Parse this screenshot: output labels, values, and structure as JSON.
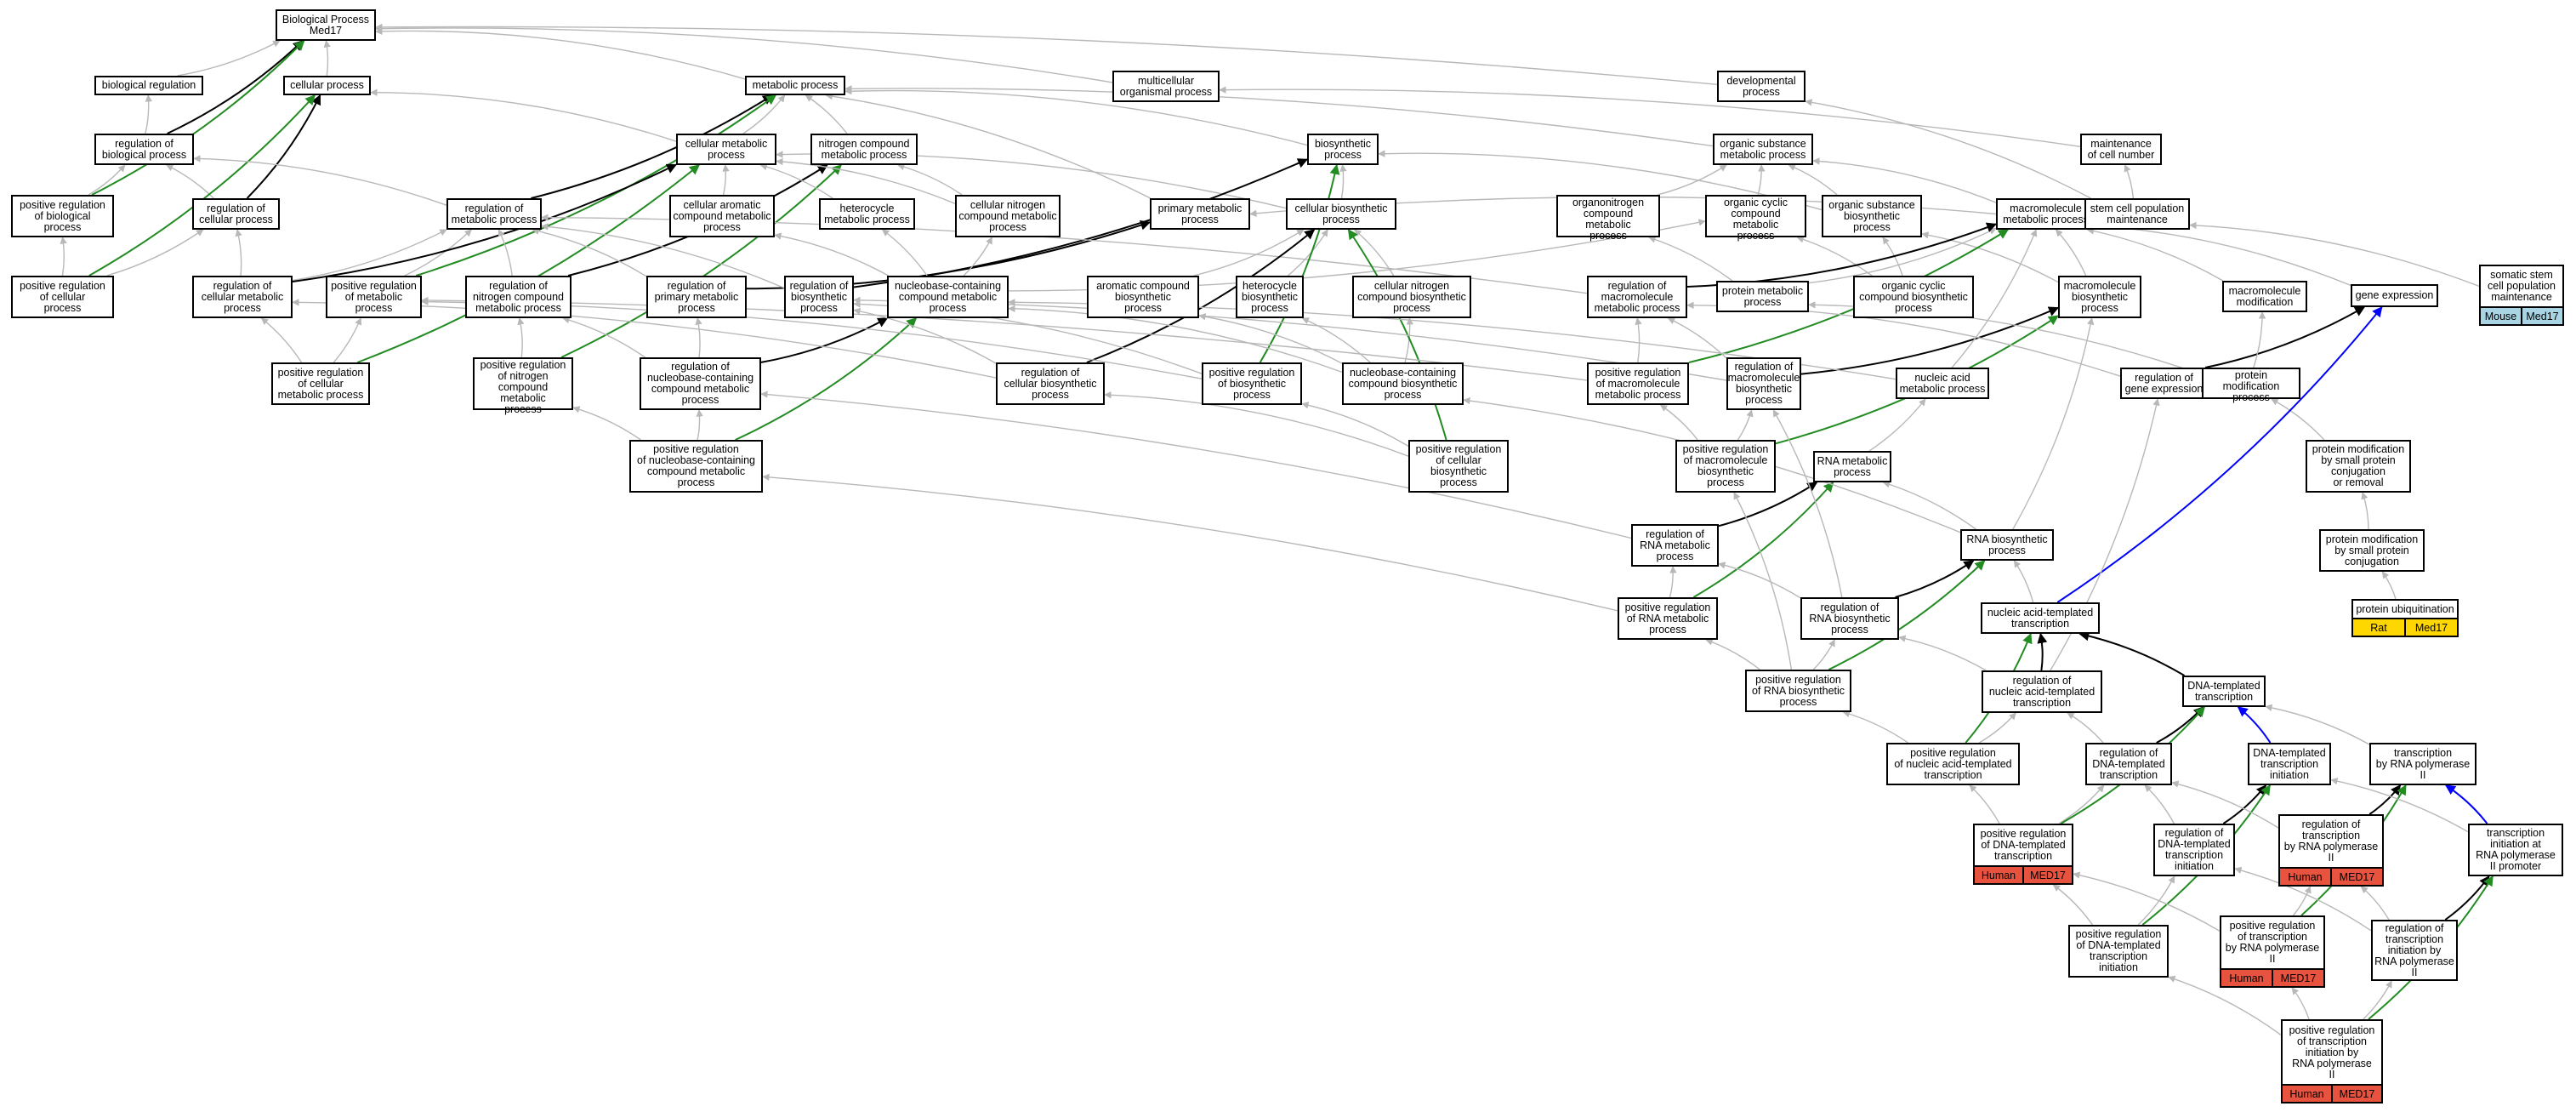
{
  "colors": {
    "default_edge": "#b8b8b8",
    "black_edge": "#000000",
    "green_edge": "#228b22",
    "blue_edge": "#0000ff",
    "human": "#e8533f",
    "rat": "#ffd700",
    "mouse": "#a9d4e3"
  },
  "nodes": [
    {
      "id": "root",
      "label": "Biological Process\nMed17"
    },
    {
      "id": "bioreg",
      "label": "biological regulation"
    },
    {
      "id": "cellproc",
      "label": "cellular process"
    },
    {
      "id": "metab",
      "label": "metabolic process"
    },
    {
      "id": "multi",
      "label": "multicellular\norganismal process"
    },
    {
      "id": "devel",
      "label": "developmental\nprocess"
    },
    {
      "id": "regbio",
      "label": "regulation of\nbiological process"
    },
    {
      "id": "cellmet",
      "label": "cellular metabolic\nprocess"
    },
    {
      "id": "ncm",
      "label": "nitrogen compound\nmetabolic process"
    },
    {
      "id": "biosyn",
      "label": "biosynthetic\nprocess"
    },
    {
      "id": "osm",
      "label": "organic substance\nmetabolic process"
    },
    {
      "id": "maint",
      "label": "maintenance\nof cell number"
    },
    {
      "id": "posregbio",
      "label": "positive regulation\nof biological\nprocess"
    },
    {
      "id": "regcell",
      "label": "regulation of\ncellular process"
    },
    {
      "id": "regmet",
      "label": "regulation of\nmetabolic process"
    },
    {
      "id": "cacm",
      "label": "cellular aromatic\ncompound metabolic\nprocess"
    },
    {
      "id": "hetmet",
      "label": "heterocycle\nmetabolic process"
    },
    {
      "id": "cncm",
      "label": "cellular nitrogen\ncompound metabolic\nprocess"
    },
    {
      "id": "primmet",
      "label": "primary metabolic\nprocess"
    },
    {
      "id": "cellbio",
      "label": "cellular biosynthetic\nprocess"
    },
    {
      "id": "onm",
      "label": "organonitrogen\ncompound metabolic\nprocess"
    },
    {
      "id": "occm",
      "label": "organic cyclic\ncompound metabolic\nprocess"
    },
    {
      "id": "osb",
      "label": "organic substance\nbiosynthetic\nprocess"
    },
    {
      "id": "mmp",
      "label": "macromolecule\nmetabolic process"
    },
    {
      "id": "scpm",
      "label": "stem cell population\nmaintenance"
    },
    {
      "id": "scm",
      "label": "somatic stem\ncell population\nmaintenance",
      "anno": [
        "Mouse",
        "Med17"
      ],
      "org": "mouse"
    },
    {
      "id": "posregcell",
      "label": "positive regulation\nof cellular\nprocess"
    },
    {
      "id": "regcellmet",
      "label": "regulation of\ncellular metabolic\nprocess"
    },
    {
      "id": "posregmet",
      "label": "positive regulation\nof metabolic\nprocess"
    },
    {
      "id": "regncm",
      "label": "regulation of\nnitrogen compound\nmetabolic process"
    },
    {
      "id": "regprim",
      "label": "regulation of\nprimary metabolic\nprocess"
    },
    {
      "id": "regbiosyn",
      "label": "regulation of\nbiosynthetic\nprocess"
    },
    {
      "id": "ncbcm",
      "label": "nucleobase-containing\ncompound metabolic\nprocess"
    },
    {
      "id": "acb",
      "label": "aromatic compound\nbiosynthetic\nprocess"
    },
    {
      "id": "hetbio",
      "label": "heterocycle\nbiosynthetic\nprocess"
    },
    {
      "id": "cncb",
      "label": "cellular nitrogen\ncompound biosynthetic\nprocess"
    },
    {
      "id": "regmacmet",
      "label": "regulation of\nmacromolecule\nmetabolic process"
    },
    {
      "id": "protmet",
      "label": "protein metabolic\nprocess"
    },
    {
      "id": "occb",
      "label": "organic cyclic\ncompound biosynthetic\nprocess"
    },
    {
      "id": "macbio",
      "label": "macromolecule\nbiosynthetic\nprocess"
    },
    {
      "id": "macmod",
      "label": "macromolecule\nmodification"
    },
    {
      "id": "geneexp",
      "label": "gene expression"
    },
    {
      "id": "posregcellmet",
      "label": "positive regulation\nof cellular\nmetabolic process"
    },
    {
      "id": "posregncm",
      "label": "positive regulation\nof nitrogen\ncompound metabolic\nprocess"
    },
    {
      "id": "regncbcm",
      "label": "regulation of\nnucleobase-containing\ncompound metabolic\nprocess"
    },
    {
      "id": "regcellbio",
      "label": "regulation of\ncellular biosynthetic\nprocess"
    },
    {
      "id": "posregbiosyn",
      "label": "positive regulation\nof biosynthetic\nprocess"
    },
    {
      "id": "ncbcb",
      "label": "nucleobase-containing\ncompound biosynthetic\nprocess"
    },
    {
      "id": "posregmacmet",
      "label": "positive regulation\nof macromolecule\nmetabolic process"
    },
    {
      "id": "regmacbio",
      "label": "regulation of\nmacromolecule\nbiosynthetic\nprocess"
    },
    {
      "id": "nucacid",
      "label": "nucleic acid\nmetabolic process"
    },
    {
      "id": "reggene",
      "label": "regulation of\ngene expression"
    },
    {
      "id": "protmod",
      "label": "protein modification\nprocess"
    },
    {
      "id": "posregncbcm",
      "label": "positive regulation\nof nucleobase-containing\ncompound metabolic\nprocess"
    },
    {
      "id": "posregcellbio",
      "label": "positive regulation\nof cellular\nbiosynthetic\nprocess"
    },
    {
      "id": "posregmacbio",
      "label": "positive regulation\nof macromolecule\nbiosynthetic\nprocess"
    },
    {
      "id": "rnamet",
      "label": "RNA metabolic\nprocess"
    },
    {
      "id": "pmsp",
      "label": "protein modification\nby small protein\nconjugation\nor removal"
    },
    {
      "id": "regrnamet",
      "label": "regulation of\nRNA metabolic\nprocess"
    },
    {
      "id": "rnabio",
      "label": "RNA biosynthetic\nprocess"
    },
    {
      "id": "pmspc",
      "label": "protein modification\nby small protein\nconjugation"
    },
    {
      "id": "posregrnamet",
      "label": "positive regulation\nof RNA metabolic\nprocess"
    },
    {
      "id": "regrnabio",
      "label": "regulation of\nRNA biosynthetic\nprocess"
    },
    {
      "id": "nat",
      "label": "nucleic acid-templated\ntranscription"
    },
    {
      "id": "ubiq",
      "label": "protein ubiquitination",
      "anno": [
        "Rat",
        "Med17"
      ],
      "org": "rat"
    },
    {
      "id": "posregrnabio",
      "label": "positive regulation\nof RNA biosynthetic\nprocess"
    },
    {
      "id": "regnat",
      "label": "regulation of\nnucleic acid-templated\ntranscription"
    },
    {
      "id": "dnat",
      "label": "DNA-templated\ntranscription"
    },
    {
      "id": "posregnat",
      "label": "positive regulation\nof nucleic acid-templated\ntranscription"
    },
    {
      "id": "regdnat",
      "label": "regulation of\nDNA-templated\ntranscription"
    },
    {
      "id": "dnati",
      "label": "DNA-templated\ntranscription\ninitiation"
    },
    {
      "id": "trnap",
      "label": "transcription\nby RNA polymerase\nII"
    },
    {
      "id": "posregdnat",
      "label": "positive regulation\nof DNA-templated\ntranscription",
      "anno": [
        "Human",
        "MED17"
      ],
      "org": "human"
    },
    {
      "id": "regdnati",
      "label": "regulation of\nDNA-templated\ntranscription\ninitiation"
    },
    {
      "id": "regtrnap",
      "label": "regulation of\ntranscription\nby RNA polymerase\nII",
      "anno": [
        "Human",
        "MED17"
      ],
      "org": "human"
    },
    {
      "id": "tinit",
      "label": "transcription\ninitiation at\nRNA polymerase\nII promoter"
    },
    {
      "id": "posregdnati",
      "label": "positive regulation\nof DNA-templated\ntranscription\ninitiation"
    },
    {
      "id": "posregtrnap",
      "label": "positive regulation\nof transcription\nby RNA polymerase\nII",
      "anno": [
        "Human",
        "MED17"
      ],
      "org": "human"
    },
    {
      "id": "regtinit",
      "label": "regulation of\ntranscription\ninitiation by\nRNA polymerase\nII"
    },
    {
      "id": "posregtinit",
      "label": "positive regulation\nof transcription\ninitiation by\nRNA polymerase\nII",
      "anno": [
        "Human",
        "MED17"
      ],
      "org": "human"
    }
  ],
  "edges": [
    [
      "bioreg",
      "root",
      "g"
    ],
    [
      "cellproc",
      "root",
      "g"
    ],
    [
      "metab",
      "root",
      "g"
    ],
    [
      "multi",
      "root",
      "g"
    ],
    [
      "devel",
      "root",
      "g"
    ],
    [
      "regbio",
      "bioreg",
      "g"
    ],
    [
      "regbio",
      "root",
      "k"
    ],
    [
      "posregbio",
      "regbio",
      "g"
    ],
    [
      "posregbio",
      "root",
      "G"
    ],
    [
      "regcell",
      "regbio",
      "g"
    ],
    [
      "regcell",
      "cellproc",
      "k"
    ],
    [
      "posregcell",
      "posregbio",
      "g"
    ],
    [
      "posregcell",
      "regcell",
      "g"
    ],
    [
      "posregcell",
      "cellproc",
      "G"
    ],
    [
      "cellmet",
      "cellproc",
      "g"
    ],
    [
      "cellmet",
      "metab",
      "g"
    ],
    [
      "ncm",
      "metab",
      "g"
    ],
    [
      "primmet",
      "metab",
      "g"
    ],
    [
      "osm",
      "metab",
      "g"
    ],
    [
      "maint",
      "multi",
      "g"
    ],
    [
      "scpm",
      "maint",
      "g"
    ],
    [
      "scpm",
      "devel",
      "g"
    ],
    [
      "scm",
      "scpm",
      "g"
    ],
    [
      "regmet",
      "regbio",
      "g"
    ],
    [
      "regmet",
      "metab",
      "k"
    ],
    [
      "posregmet",
      "regmet",
      "g"
    ],
    [
      "posregmet",
      "metab",
      "G"
    ],
    [
      "regcellmet",
      "regcell",
      "g"
    ],
    [
      "regcellmet",
      "regmet",
      "g"
    ],
    [
      "regcellmet",
      "cellmet",
      "k"
    ],
    [
      "posregcellmet",
      "regcellmet",
      "g"
    ],
    [
      "posregcellmet",
      "posregmet",
      "g"
    ],
    [
      "posregcellmet",
      "cellmet",
      "G"
    ],
    [
      "regncm",
      "regmet",
      "g"
    ],
    [
      "regncm",
      "ncm",
      "k"
    ],
    [
      "posregncm",
      "regncm",
      "g"
    ],
    [
      "posregncm",
      "ncm",
      "G"
    ],
    [
      "cacm",
      "cellmet",
      "g"
    ],
    [
      "hetmet",
      "cellmet",
      "g"
    ],
    [
      "cncm",
      "cellmet",
      "g"
    ],
    [
      "cncm",
      "ncm",
      "g"
    ],
    [
      "biosyn",
      "metab",
      "g"
    ],
    [
      "cellbio",
      "biosyn",
      "g"
    ],
    [
      "cellbio",
      "cellmet",
      "g"
    ],
    [
      "osb",
      "osm",
      "g"
    ],
    [
      "osb",
      "biosyn",
      "g"
    ],
    [
      "onm",
      "osm",
      "g"
    ],
    [
      "occm",
      "osm",
      "g"
    ],
    [
      "mmp",
      "osm",
      "g"
    ],
    [
      "mmp",
      "primmet",
      "g"
    ],
    [
      "regprim",
      "regmet",
      "g"
    ],
    [
      "regprim",
      "primmet",
      "k"
    ],
    [
      "regbiosyn",
      "regmet",
      "g"
    ],
    [
      "regbiosyn",
      "biosyn",
      "k"
    ],
    [
      "ncbcm",
      "cacm",
      "g"
    ],
    [
      "ncbcm",
      "hetmet",
      "g"
    ],
    [
      "ncbcm",
      "cncm",
      "g"
    ],
    [
      "ncbcm",
      "occm",
      "g"
    ],
    [
      "acb",
      "cellbio",
      "g"
    ],
    [
      "hetbio",
      "cellbio",
      "g"
    ],
    [
      "cncb",
      "cellbio",
      "g"
    ],
    [
      "occb",
      "occm",
      "g"
    ],
    [
      "occb",
      "osb",
      "g"
    ],
    [
      "macbio",
      "mmp",
      "g"
    ],
    [
      "macbio",
      "osb",
      "g"
    ],
    [
      "macmod",
      "mmp",
      "g"
    ],
    [
      "protmet",
      "onm",
      "g"
    ],
    [
      "protmet",
      "mmp",
      "g"
    ],
    [
      "geneexp",
      "mmp",
      "g"
    ],
    [
      "regmacmet",
      "regmet",
      "g"
    ],
    [
      "regmacmet",
      "mmp",
      "k"
    ],
    [
      "regncbcm",
      "regncm",
      "g"
    ],
    [
      "regncbcm",
      "regprim",
      "g"
    ],
    [
      "regncbcm",
      "ncbcm",
      "k"
    ],
    [
      "posregncbcm",
      "regncbcm",
      "g"
    ],
    [
      "posregncbcm",
      "posregncm",
      "g"
    ],
    [
      "posregncbcm",
      "ncbcm",
      "G"
    ],
    [
      "regcellbio",
      "regbiosyn",
      "g"
    ],
    [
      "regcellbio",
      "regcellmet",
      "g"
    ],
    [
      "regcellbio",
      "cellbio",
      "k"
    ],
    [
      "posregbiosyn",
      "regbiosyn",
      "g"
    ],
    [
      "posregbiosyn",
      "posregmet",
      "g"
    ],
    [
      "posregbiosyn",
      "biosyn",
      "G"
    ],
    [
      "ncbcb",
      "ncbcm",
      "g"
    ],
    [
      "ncbcb",
      "hetbio",
      "g"
    ],
    [
      "ncbcb",
      "acb",
      "g"
    ],
    [
      "ncbcb",
      "cncb",
      "g"
    ],
    [
      "posregcellbio",
      "regcellbio",
      "g"
    ],
    [
      "posregcellbio",
      "posregbiosyn",
      "g"
    ],
    [
      "posregcellbio",
      "cellbio",
      "G"
    ],
    [
      "posregmacmet",
      "regmacmet",
      "g"
    ],
    [
      "posregmacmet",
      "posregmet",
      "g"
    ],
    [
      "posregmacmet",
      "mmp",
      "G"
    ],
    [
      "regmacbio",
      "regmacmet",
      "g"
    ],
    [
      "regmacbio",
      "regbiosyn",
      "g"
    ],
    [
      "regmacbio",
      "macbio",
      "k"
    ],
    [
      "posregmacbio",
      "regmacbio",
      "g"
    ],
    [
      "posregmacbio",
      "posregmacmet",
      "g"
    ],
    [
      "posregmacbio",
      "macbio",
      "G"
    ],
    [
      "nucacid",
      "ncbcm",
      "g"
    ],
    [
      "nucacid",
      "mmp",
      "g"
    ],
    [
      "reggene",
      "regmacmet",
      "g"
    ],
    [
      "reggene",
      "geneexp",
      "k"
    ],
    [
      "protmod",
      "protmet",
      "g"
    ],
    [
      "protmod",
      "macmod",
      "g"
    ],
    [
      "pmsp",
      "protmod",
      "g"
    ],
    [
      "pmspc",
      "pmsp",
      "g"
    ],
    [
      "ubiq",
      "pmspc",
      "g"
    ],
    [
      "rnamet",
      "nucacid",
      "g"
    ],
    [
      "regrnamet",
      "regncbcm",
      "g"
    ],
    [
      "regrnamet",
      "rnamet",
      "k"
    ],
    [
      "posregrnamet",
      "regrnamet",
      "g"
    ],
    [
      "posregrnamet",
      "posregncbcm",
      "g"
    ],
    [
      "posregrnamet",
      "rnamet",
      "G"
    ],
    [
      "rnabio",
      "rnamet",
      "g"
    ],
    [
      "rnabio",
      "ncbcb",
      "g"
    ],
    [
      "rnabio",
      "macbio",
      "g"
    ],
    [
      "regrnabio",
      "regrnamet",
      "g"
    ],
    [
      "regrnabio",
      "regmacbio",
      "g"
    ],
    [
      "regrnabio",
      "rnabio",
      "k"
    ],
    [
      "posregrnabio",
      "regrnabio",
      "g"
    ],
    [
      "posregrnabio",
      "posregrnamet",
      "g"
    ],
    [
      "posregrnabio",
      "posregmacbio",
      "g"
    ],
    [
      "posregrnabio",
      "rnabio",
      "G"
    ],
    [
      "nat",
      "rnabio",
      "g"
    ],
    [
      "nat",
      "geneexp",
      "b"
    ],
    [
      "regnat",
      "regrnabio",
      "g"
    ],
    [
      "regnat",
      "nat",
      "k"
    ],
    [
      "regnat",
      "reggene",
      "g"
    ],
    [
      "posregnat",
      "regnat",
      "g"
    ],
    [
      "posregnat",
      "posregrnabio",
      "g"
    ],
    [
      "posregnat",
      "nat",
      "G"
    ],
    [
      "dnat",
      "nat",
      "k"
    ],
    [
      "regdnat",
      "regnat",
      "g"
    ],
    [
      "regdnat",
      "dnat",
      "k"
    ],
    [
      "posregdnat",
      "regdnat",
      "g"
    ],
    [
      "posregdnat",
      "posregnat",
      "g"
    ],
    [
      "posregdnat",
      "dnat",
      "G"
    ],
    [
      "dnati",
      "dnat",
      "b"
    ],
    [
      "regdnati",
      "regdnat",
      "g"
    ],
    [
      "regdnati",
      "dnati",
      "k"
    ],
    [
      "posregdnati",
      "regdnati",
      "g"
    ],
    [
      "posregdnati",
      "posregdnat",
      "g"
    ],
    [
      "posregdnati",
      "dnati",
      "G"
    ],
    [
      "trnap",
      "dnat",
      "g"
    ],
    [
      "regtrnap",
      "regdnat",
      "g"
    ],
    [
      "regtrnap",
      "trnap",
      "k"
    ],
    [
      "posregtrnap",
      "regtrnap",
      "g"
    ],
    [
      "posregtrnap",
      "posregdnat",
      "g"
    ],
    [
      "posregtrnap",
      "trnap",
      "G"
    ],
    [
      "tinit",
      "trnap",
      "b"
    ],
    [
      "tinit",
      "dnati",
      "g"
    ],
    [
      "regtinit",
      "regtrnap",
      "g"
    ],
    [
      "regtinit",
      "regdnati",
      "g"
    ],
    [
      "regtinit",
      "tinit",
      "k"
    ],
    [
      "posregtinit",
      "regtinit",
      "g"
    ],
    [
      "posregtinit",
      "posregtrnap",
      "g"
    ],
    [
      "posregtinit",
      "posregdnati",
      "g"
    ],
    [
      "posregtinit",
      "tinit",
      "G"
    ]
  ]
}
